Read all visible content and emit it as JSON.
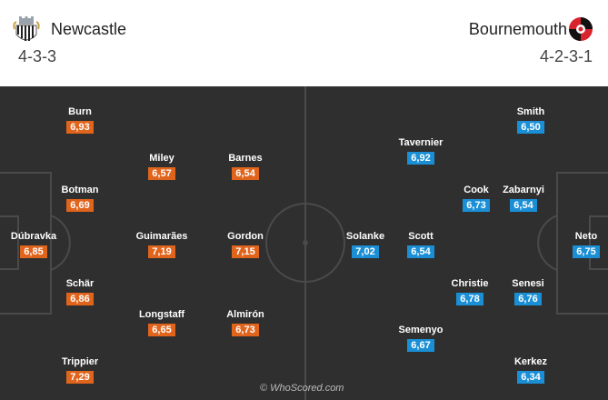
{
  "home": {
    "name": "Newcastle",
    "formation": "4-3-3",
    "crest_icon": "newcastle-crest",
    "rating_color": "#e0641c",
    "players": [
      {
        "name": "Burn",
        "rating": "6,93"
      },
      {
        "name": "Botman",
        "rating": "6,69"
      },
      {
        "name": "Dúbravka",
        "rating": "6,85"
      },
      {
        "name": "Schär",
        "rating": "6,86"
      },
      {
        "name": "Trippier",
        "rating": "7,29"
      },
      {
        "name": "Miley",
        "rating": "6,57"
      },
      {
        "name": "Guimarães",
        "rating": "7,19"
      },
      {
        "name": "Longstaff",
        "rating": "6,65"
      },
      {
        "name": "Barnes",
        "rating": "6,54"
      },
      {
        "name": "Gordon",
        "rating": "7,15"
      },
      {
        "name": "Almirón",
        "rating": "6,73"
      }
    ]
  },
  "away": {
    "name": "Bournemouth",
    "formation": "4-2-3-1",
    "crest_icon": "bournemouth-crest",
    "rating_color": "#1a8fd6",
    "players": [
      {
        "name": "Smith",
        "rating": "6,50"
      },
      {
        "name": "Tavernier",
        "rating": "6,92"
      },
      {
        "name": "Cook",
        "rating": "6,73"
      },
      {
        "name": "Zabarnyi",
        "rating": "6,54"
      },
      {
        "name": "Solanke",
        "rating": "7,02"
      },
      {
        "name": "Scott",
        "rating": "6,54"
      },
      {
        "name": "Neto",
        "rating": "6,75"
      },
      {
        "name": "Christie",
        "rating": "6,78"
      },
      {
        "name": "Senesi",
        "rating": "6,76"
      },
      {
        "name": "Semenyo",
        "rating": "6,67"
      },
      {
        "name": "Kerkez",
        "rating": "6,34"
      }
    ]
  },
  "watermark": "© WhoScored.com"
}
